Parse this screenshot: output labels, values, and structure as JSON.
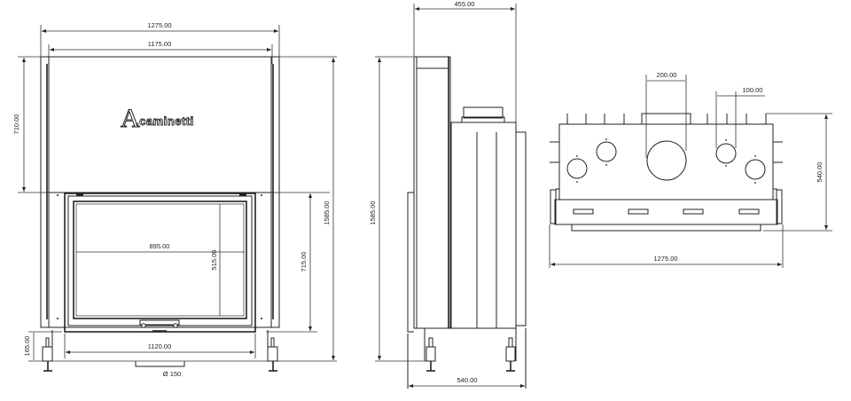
{
  "drawing": {
    "brand": {
      "logo_letter": "A",
      "logo_text": ".caminetti"
    },
    "front_view": {
      "dims": {
        "overall_width": "1275.00",
        "inner_width": "1175.00",
        "upper_height": "710.00",
        "total_height": "1585.00",
        "door_height": "715.00",
        "glass_width": "895.00",
        "glass_height": "515.00",
        "base_width": "1120.00",
        "leg_height": "165.00",
        "flue_diameter": "Ø 150"
      }
    },
    "side_view": {
      "dims": {
        "top_depth": "455.00",
        "total_height": "1585.00",
        "base_depth": "540.00"
      }
    },
    "top_view": {
      "dims": {
        "flue_width": "200.00",
        "air_outlet_width": "100.00",
        "depth": "540.00",
        "overall_width": "1275.00"
      }
    }
  }
}
